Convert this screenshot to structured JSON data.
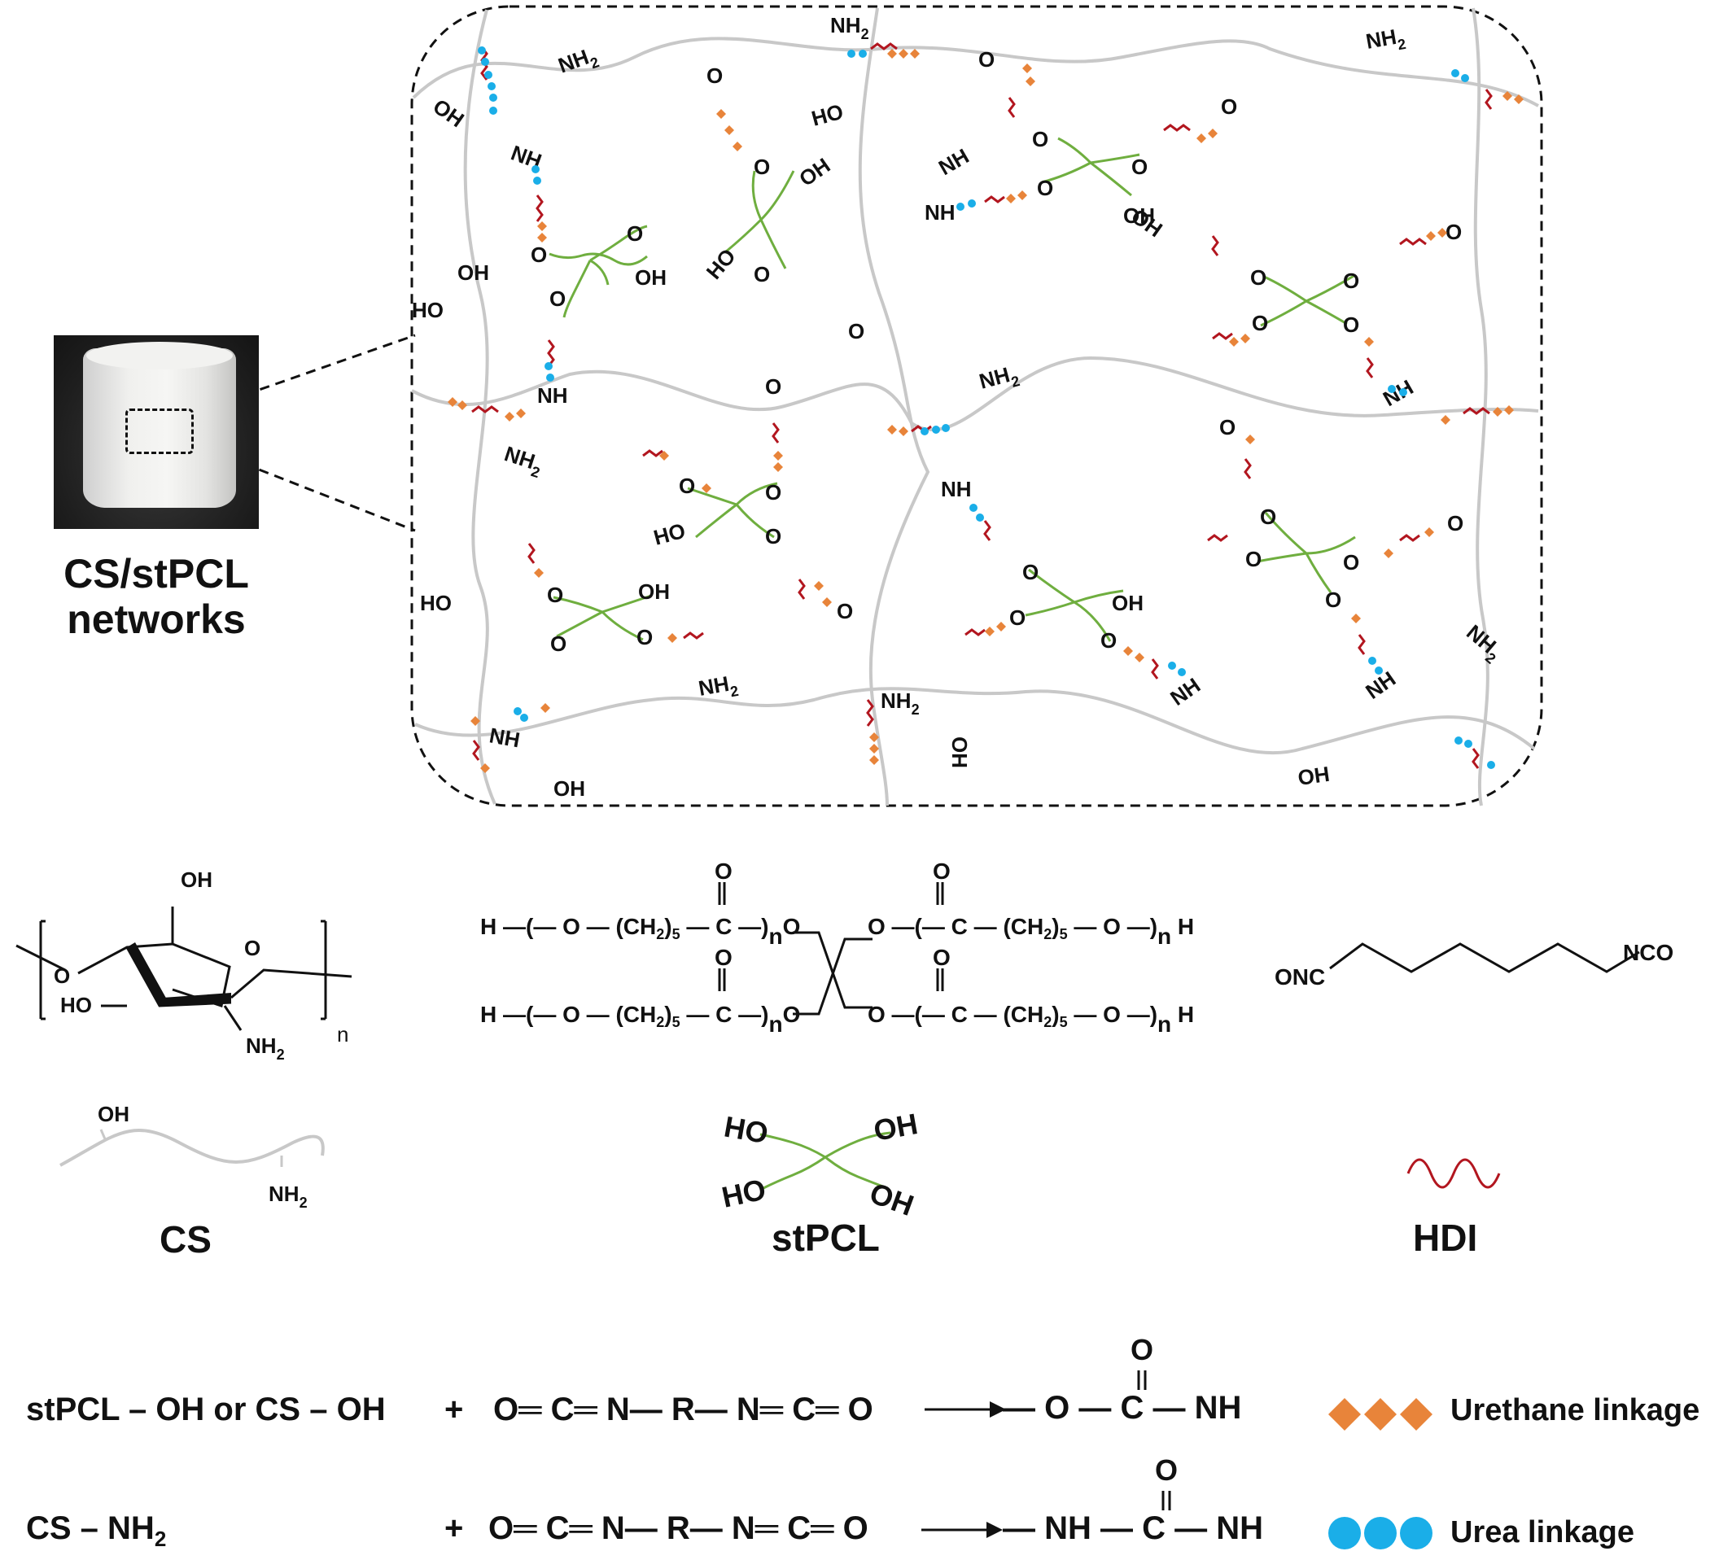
{
  "sample": {
    "title_line1": "CS/stPCL",
    "title_line2": "networks"
  },
  "groups": {
    "oh": "OH",
    "ho": "HO",
    "nh": "NH",
    "nh2_base": "NH",
    "sub2": "2",
    "o": "O"
  },
  "structures": {
    "cs_n": "n",
    "pcl_h": "H",
    "pcl_ch2": "(CH",
    "pcl_ch2_close": ")",
    "pcl_sub5": "5",
    "pcl_c": "C",
    "pcl_n": "n",
    "hdi_left": "ONC",
    "hdi_right": "NCO"
  },
  "legend_names": {
    "cs": "CS",
    "stpcl": "stPCL",
    "hdi": "HDI"
  },
  "reactions": {
    "r1_reactant": "stPCL – OH or CS – OH",
    "r2_reactant_base": "CS – NH",
    "plus": "+",
    "isocyanate": "O═ C═ N— R— N═ C═ O",
    "r1_product": "— O — C — NH",
    "r2_product": "— NH — C — NH",
    "carbonyl_o": "O"
  },
  "linkage_legend": {
    "urethane": "Urethane linkage",
    "urea": "Urea linkage"
  },
  "colors": {
    "backbone": "#c8c8c8",
    "urethane": "#e8843a",
    "urea": "#1aaee8",
    "hdi": "#b2161f",
    "stpcl_arm": "#6fae3f",
    "ink": "#111111"
  }
}
